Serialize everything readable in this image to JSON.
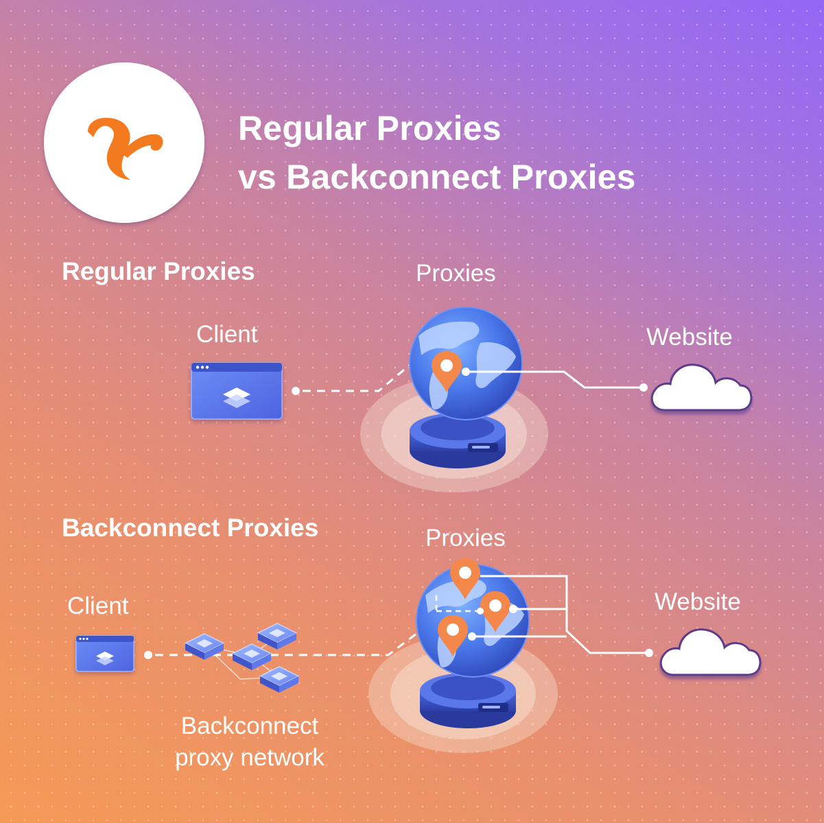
{
  "title": {
    "line1": "Regular Proxies",
    "line2": "vs Backconnect Proxies"
  },
  "logo": {
    "icon": "squirrel-logo-icon",
    "color": "#f37a1f"
  },
  "regular": {
    "heading": "Regular Proxies",
    "client_label": "Client",
    "proxies_label": "Proxies",
    "website_label": "Website"
  },
  "backconnect": {
    "heading": "Backconnect Proxies",
    "client_label": "Client",
    "proxies_label": "Proxies",
    "website_label": "Website",
    "network_label_line1": "Backconnect",
    "network_label_line2": "proxy network"
  },
  "colors": {
    "background_start": "#f59a55",
    "background_end": "#9466f6",
    "globe_blue": "#3f63e0",
    "pin_orange": "#f4884a",
    "text": "#ffffff"
  }
}
